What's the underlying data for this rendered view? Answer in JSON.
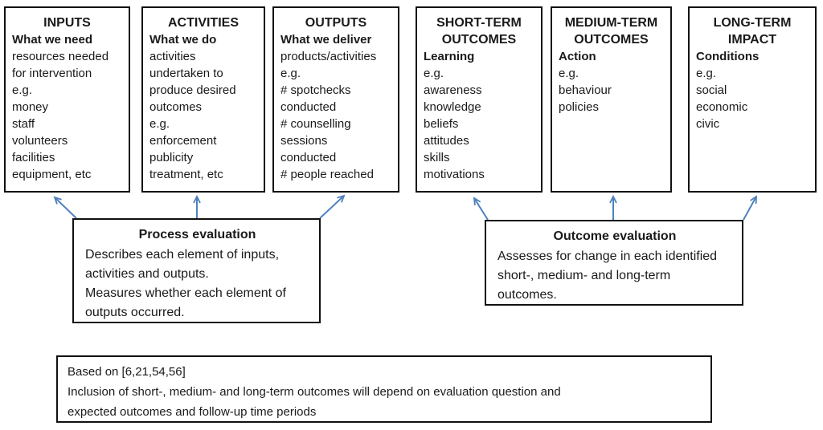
{
  "columns": [
    {
      "title": "INPUTS",
      "subtitle": "What we need",
      "lines": [
        "resources needed",
        "for intervention",
        "e.g.",
        "money",
        "staff",
        "volunteers",
        "facilities",
        "equipment, etc"
      ]
    },
    {
      "title": "ACTIVITIES",
      "subtitle": "What we do",
      "lines": [
        "activities",
        "undertaken to",
        "produce desired",
        "outcomes",
        "e.g.",
        "enforcement",
        "publicity",
        "treatment, etc"
      ]
    },
    {
      "title": "OUTPUTS",
      "subtitle": "What we deliver",
      "lines": [
        "products/activities",
        "e.g.",
        "# spotchecks",
        "conducted",
        "# counselling",
        "sessions",
        "conducted",
        "# people reached"
      ]
    },
    {
      "title": "SHORT-TERM OUTCOMES",
      "subtitle": "Learning",
      "lines": [
        "e.g.",
        "awareness",
        "knowledge",
        "beliefs",
        "attitudes",
        "skills",
        "motivations"
      ]
    },
    {
      "title": "MEDIUM-TERM OUTCOMES",
      "subtitle": "Action",
      "lines": [
        "e.g.",
        "behaviour",
        "policies"
      ]
    },
    {
      "title": "LONG-TERM IMPACT",
      "subtitle": "Conditions",
      "lines": [
        "e.g.",
        "social",
        "economic",
        "civic"
      ]
    }
  ],
  "evaluations": [
    {
      "title": "Process evaluation",
      "lines": [
        "Describes each element of inputs,",
        "activities and outputs.",
        "Measures whether each element of",
        "outputs occurred."
      ]
    },
    {
      "title": "Outcome evaluation",
      "lines": [
        "Assesses for change in each identified",
        "short-, medium- and long-term",
        "outcomes."
      ]
    }
  ],
  "note": {
    "lines": [
      "Based on [6,21,54,56]",
      "Inclusion of short-, medium- and long-term outcomes will depend on evaluation question and",
      "expected outcomes and follow-up time periods"
    ]
  },
  "colors": {
    "arrow": "#4f81bd",
    "border": "#111111",
    "background": "#ffffff"
  }
}
